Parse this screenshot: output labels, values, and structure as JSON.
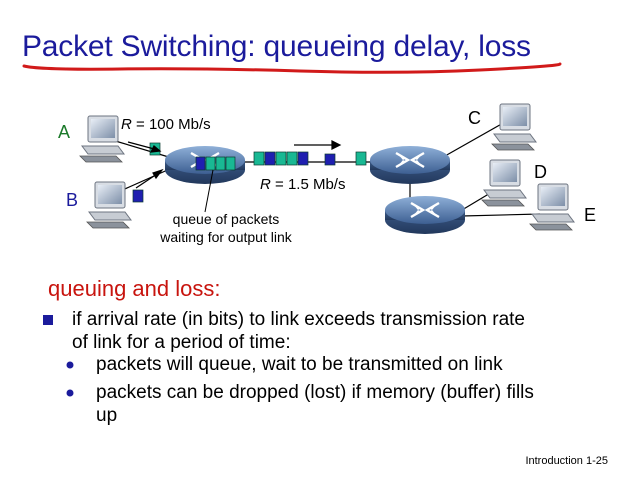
{
  "slide": {
    "title": "Packet Switching: queueing delay, loss",
    "footer": "Introduction 1-25"
  },
  "diagram": {
    "hosts": {
      "a": "A",
      "b": "B",
      "c": "C",
      "d": "D",
      "e": "E"
    },
    "link_a": {
      "var": "R",
      "rest": " = 100 Mb/s"
    },
    "link_out": {
      "var": "R",
      "rest": " = 1.5 Mb/s"
    },
    "queue_caption": [
      "queue of packets",
      "waiting for output link"
    ],
    "colors": {
      "packet_green": "#19b893",
      "packet_blue": "#1f1fb0",
      "router": "#4a6a9a"
    }
  },
  "body": {
    "heading": "queuing and loss:",
    "bullet1_lines": [
      "if arrival rate (in bits) to link exceeds transmission rate",
      "of link for a period of time:"
    ],
    "sub1": "packets will queue, wait to be transmitted on link",
    "sub2_lines": [
      "packets can be dropped (lost) if memory (buffer) fills",
      "up"
    ]
  }
}
